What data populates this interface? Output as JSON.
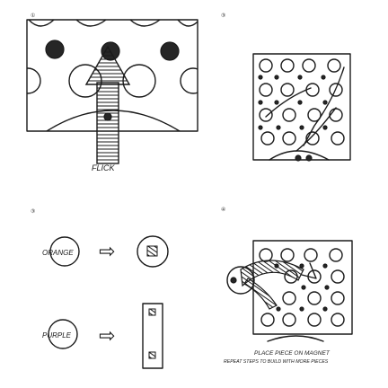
{
  "panels": [
    {
      "number": "①",
      "caption": "FLICK"
    },
    {
      "number": "③",
      "caption": ""
    },
    {
      "number": "③",
      "caption": "",
      "items": [
        {
          "label": "ORANGE",
          "arrow": "⇨"
        },
        {
          "label": "PURPLE",
          "arrow": "⇨"
        }
      ]
    },
    {
      "number": "④",
      "caption": "PLACE PIECE ON MAGNET",
      "subcaption": "REPEAT STEPS TO BUILD WITH MORE PIECES"
    }
  ]
}
